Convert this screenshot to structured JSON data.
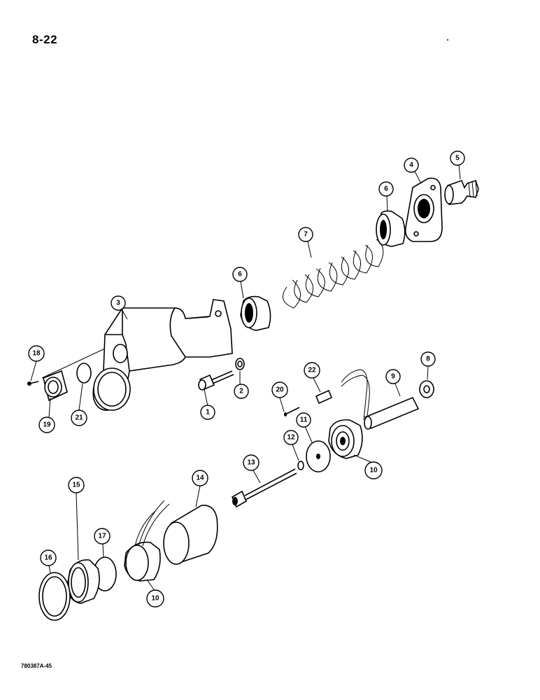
{
  "page": {
    "number": "8-22",
    "figure_code": "780387A-45"
  },
  "callouts": [
    {
      "id": "c1",
      "label": "1"
    },
    {
      "id": "c2",
      "label": "2"
    },
    {
      "id": "c3",
      "label": "3"
    },
    {
      "id": "c4",
      "label": "4"
    },
    {
      "id": "c5",
      "label": "5"
    },
    {
      "id": "c6a",
      "label": "6"
    },
    {
      "id": "c6b",
      "label": "6"
    },
    {
      "id": "c7",
      "label": "7"
    },
    {
      "id": "c8",
      "label": "8"
    },
    {
      "id": "c9",
      "label": "9"
    },
    {
      "id": "c10a",
      "label": "10"
    },
    {
      "id": "c10b",
      "label": "10"
    },
    {
      "id": "c11",
      "label": "11"
    },
    {
      "id": "c12",
      "label": "12"
    },
    {
      "id": "c13",
      "label": "13"
    },
    {
      "id": "c14",
      "label": "14"
    },
    {
      "id": "c15",
      "label": "15"
    },
    {
      "id": "c16",
      "label": "16"
    },
    {
      "id": "c17",
      "label": "17"
    },
    {
      "id": "c18",
      "label": "18"
    },
    {
      "id": "c19",
      "label": "19"
    },
    {
      "id": "c20",
      "label": "20"
    },
    {
      "id": "c21",
      "label": "21"
    },
    {
      "id": "c22",
      "label": "22"
    }
  ]
}
